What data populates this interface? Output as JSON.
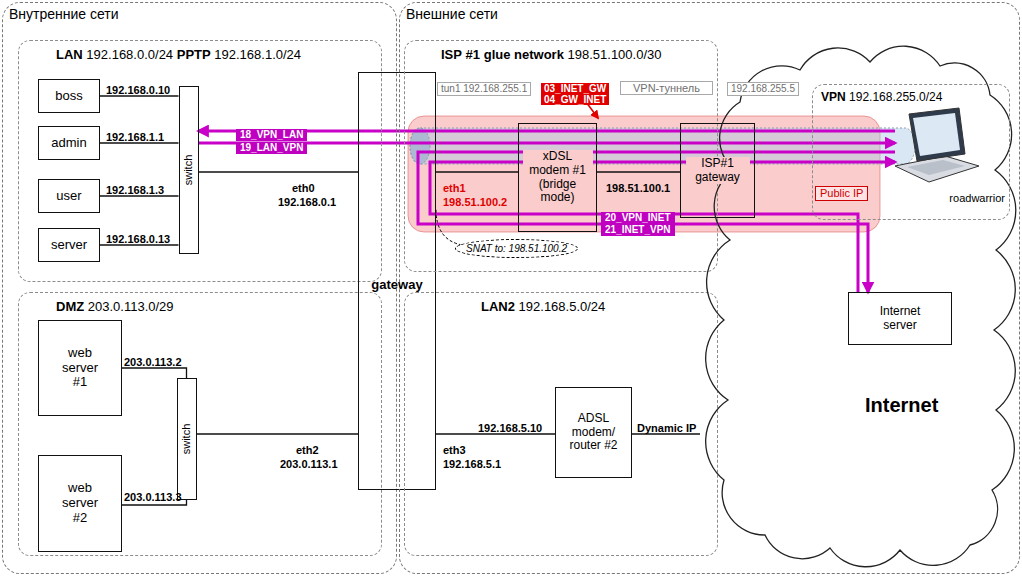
{
  "diagram": {
    "nodes": [
      {
        "text": [
          "Внутренние сети"
        ]
      },
      {
        "text": [
          "LAN 192.168.0.0/24 PPTP 192.168.1.0/24"
        ],
        "in": 0
      },
      {
        "text": [
          "boss"
        ],
        "in": 1
      },
      {
        "text": [
          "admin"
        ],
        "in": 1
      },
      {
        "text": [
          "user"
        ],
        "in": 1
      },
      {
        "text": [
          "server"
        ],
        "in": 1
      },
      {
        "text": [
          "switch"
        ],
        "in": 1
      },
      {
        "text": [
          "DMZ 203.0.113.0/29"
        ],
        "in": 0
      },
      {
        "text": [
          "web server #1"
        ],
        "in": 7
      },
      {
        "text": [
          "web server #2"
        ],
        "in": 7
      },
      {
        "text": [
          "switch"
        ],
        "in": 7
      },
      {
        "text": [
          "gateway"
        ]
      },
      {
        "text": [
          "Внешние сети"
        ]
      },
      {
        "text": [
          "ISP #1 glue network 198.51.100.0/30"
        ],
        "in": 12
      },
      {
        "text": [
          "xDSL modem #1 (bridge mode)"
        ],
        "in": 13
      },
      {
        "text": [
          "ISP#1 gateway"
        ],
        "in": 13
      },
      {
        "text": [
          "LAN2 192.168.5.0/24"
        ],
        "in": 12
      },
      {
        "text": [
          "ADSL modem/ router #2"
        ],
        "in": 16
      },
      {
        "text": [
          "Internet"
        ],
        "in": 12
      },
      {
        "text": [
          "VPN 192.168.255.0/24"
        ],
        "in": 18
      },
      {
        "text": [
          "roadwarrior"
        ],
        "in": 19
      },
      {
        "text": [
          "Internet server"
        ],
        "in": 18
      }
    ],
    "edges": [
      {
        "from": 2,
        "to": 6,
        "label": "192.168.0.10",
        "arrow": "none"
      },
      {
        "from": 3,
        "to": 6,
        "label": "192.168.1.1",
        "arrow": "none"
      },
      {
        "from": 4,
        "to": 6,
        "label": "192.168.1.3",
        "arrow": "none"
      },
      {
        "from": 5,
        "to": 6,
        "label": "192.168.0.13",
        "arrow": "none"
      },
      {
        "from": 6,
        "to": 11,
        "arrow": "none"
      },
      {
        "from": 8,
        "to": 10,
        "label": "203.0.113.2",
        "arrow": "none"
      },
      {
        "from": 9,
        "to": 10,
        "label": "203.0.113.3",
        "arrow": "none"
      },
      {
        "from": 10,
        "to": 11,
        "arrow": "none"
      },
      {
        "from": 11,
        "to": 17,
        "label": "192.168.5.10",
        "arrow": "none"
      },
      {
        "from": 17,
        "to": 18,
        "label": "Dynamic IP",
        "arrow": "none"
      },
      {
        "from": 11,
        "to": 14,
        "arrow": "none"
      },
      {
        "from": 14,
        "to": 15,
        "arrow": "none"
      },
      {
        "from": 20,
        "to": 6,
        "label": "18_VPN_LAN",
        "arrow": "to"
      },
      {
        "from": 6,
        "to": 20,
        "label": "19_LAN_VPN",
        "arrow": "to"
      },
      {
        "from": 20,
        "to": 21,
        "label": "20_VPN_INET",
        "arrow": "to"
      },
      {
        "from": 21,
        "to": 20,
        "label": "21_INET_VPN",
        "arrow": "to"
      }
    ],
    "labels": [
      "tun1 192.168.255.1",
      "03_INET_GW",
      "04_GW_INET",
      "VPN-туннель",
      "192.168.255.5",
      "eth0",
      "192.168.0.1",
      "eth1",
      "198.51.100.2",
      "198.51.100.1",
      "Public IP",
      "SNAT to: 198.51.100.2",
      "eth2",
      "203.0.113.1",
      "eth3",
      "192.168.5.1"
    ]
  }
}
